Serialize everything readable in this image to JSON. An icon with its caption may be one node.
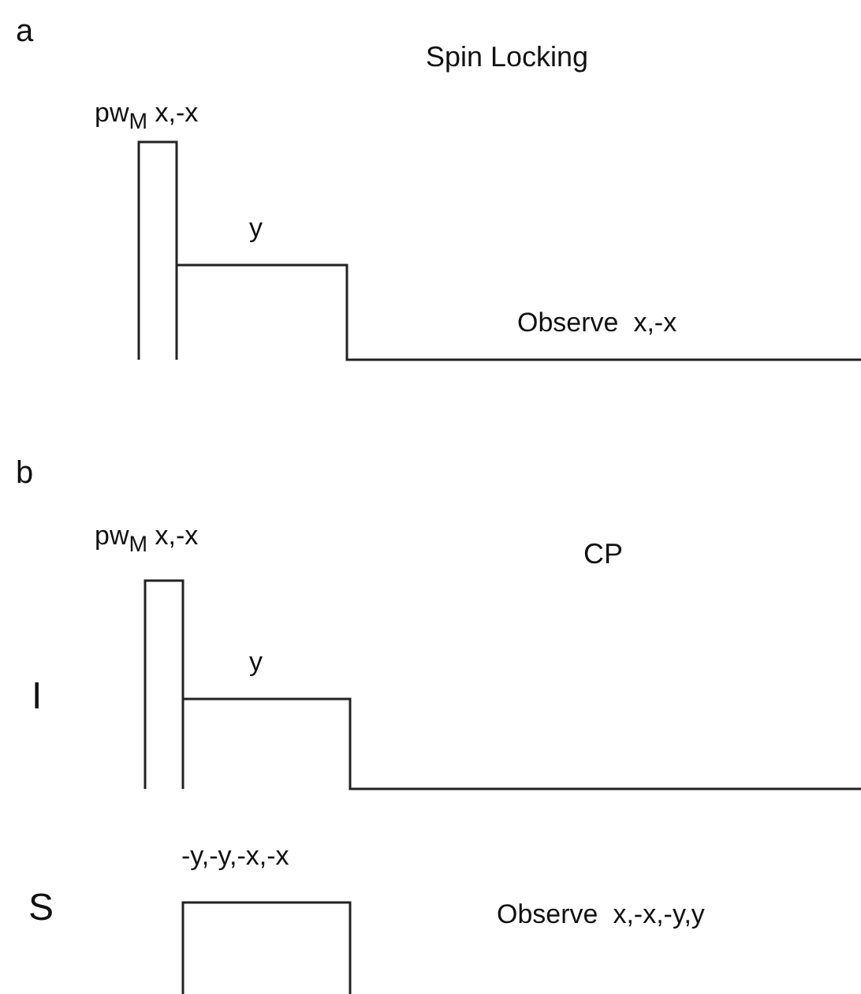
{
  "diagram": {
    "labels": [
      "a",
      "Spin Locking",
      "pw$_{M}$ x,-x",
      "y",
      "Observe  x,-x",
      "b",
      "pw$_{M}$ x,-x",
      "CP",
      "I",
      "y",
      "S",
      "-y,-y,-x,-x",
      "Observe  x,-x,-y,y"
    ]
  }
}
